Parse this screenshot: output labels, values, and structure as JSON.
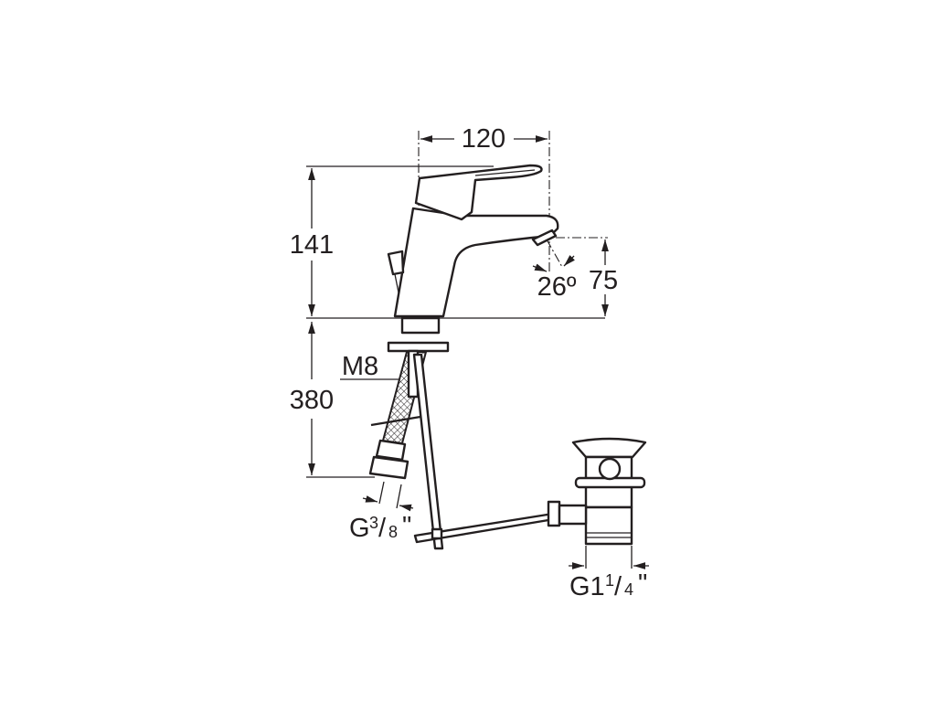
{
  "drawing": {
    "dimensions": {
      "spout_reach": "120",
      "tap_height": "141",
      "spout_height": "75",
      "spout_angle": "26º",
      "hose_length": "380",
      "thread_m8": "M8",
      "hose_thread": {
        "prefix": "G",
        "fraction_num": "3",
        "fraction_den": "8",
        "suffix": "\""
      },
      "waste_thread": {
        "prefix": "G1",
        "fraction_num": "1",
        "fraction_den": "4",
        "suffix": "\""
      }
    },
    "line_color": "#231f20"
  }
}
